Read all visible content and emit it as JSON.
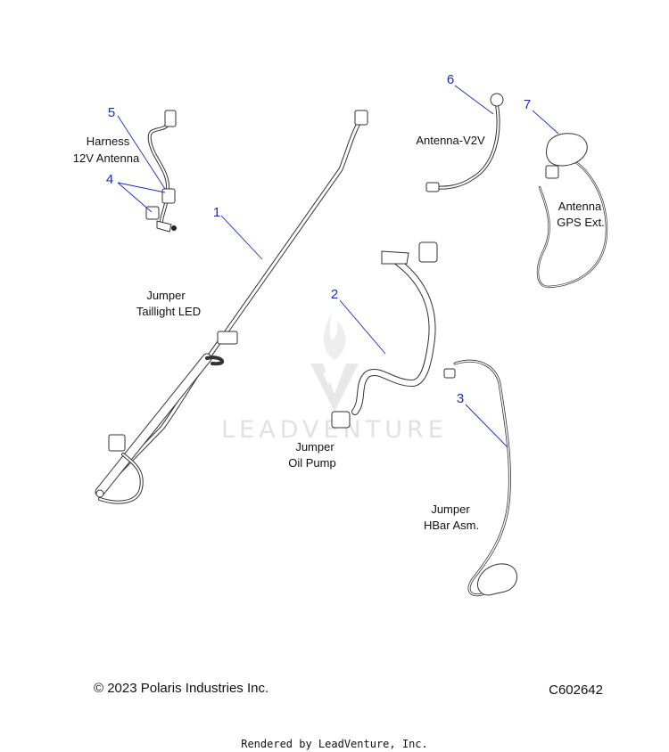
{
  "watermark": "LEADVENTURE",
  "callouts": [
    {
      "id": "5",
      "label_lines": [
        "Harness",
        "12V Antenna"
      ]
    },
    {
      "id": "4",
      "label_lines": []
    },
    {
      "id": "1",
      "label_lines": [
        "Jumper",
        "Taillight LED"
      ]
    },
    {
      "id": "6",
      "label_lines": [
        "Antenna-V2V"
      ]
    },
    {
      "id": "7",
      "label_lines": [
        "Antenna",
        "GPS Ext."
      ]
    },
    {
      "id": "2",
      "label_lines": [
        "Jumper",
        "Oil Pump"
      ]
    },
    {
      "id": "3",
      "label_lines": [
        "Jumper",
        "HBar Asm."
      ]
    }
  ],
  "footer": {
    "copyright": "© 2023 Polaris Industries Inc.",
    "figure_code": "C602642",
    "rendered_by": "Rendered by LeadVenture, Inc."
  }
}
